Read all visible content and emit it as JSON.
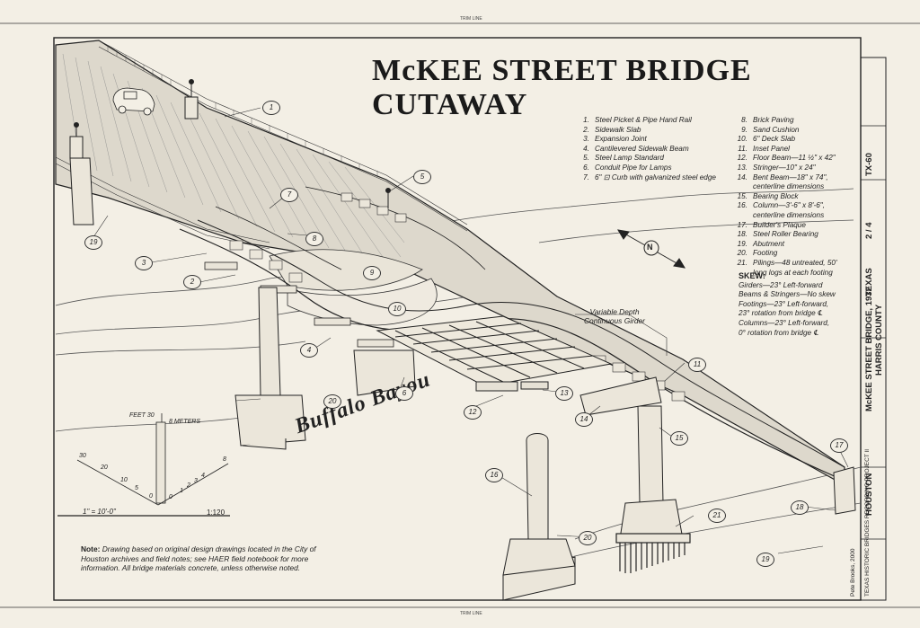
{
  "title": "McKEE STREET BRIDGE CUTAWAY",
  "legend_left": [
    {
      "n": "1.",
      "t": "Steel Picket & Pipe Hand Rail"
    },
    {
      "n": "2.",
      "t": "Sidewalk Slab"
    },
    {
      "n": "3.",
      "t": "Expansion Joint"
    },
    {
      "n": "4.",
      "t": "Cantilevered Sidewalk Beam"
    },
    {
      "n": "5.",
      "t": "Steel Lamp Standard"
    },
    {
      "n": "6.",
      "t": "Conduit Pipe for Lamps"
    },
    {
      "n": "7.",
      "t": "6\" ⊡ Curb with galvanized steel edge"
    }
  ],
  "legend_right": [
    {
      "n": "8.",
      "t": "Brick Paving"
    },
    {
      "n": "9.",
      "t": "Sand Cushion"
    },
    {
      "n": "10.",
      "t": "6\" Deck Slab"
    },
    {
      "n": "11.",
      "t": "Inset Panel"
    },
    {
      "n": "12.",
      "t": "Floor Beam—11 ½\" x 42\""
    },
    {
      "n": "13.",
      "t": "Stringer—10\" x 24\""
    },
    {
      "n": "14.",
      "t": "Bent Beam—18\" x 74\","
    },
    {
      "n": "",
      "t": "centerline dimensions"
    },
    {
      "n": "15.",
      "t": "Bearing Block"
    },
    {
      "n": "16.",
      "t": "Column—3'-6\" x 8'-6\","
    },
    {
      "n": "",
      "t": "centerline dimensions"
    },
    {
      "n": "17.",
      "t": "Builder's Plaque"
    },
    {
      "n": "18.",
      "t": "Steel Roller Bearing"
    },
    {
      "n": "19.",
      "t": "Abutment"
    },
    {
      "n": "20.",
      "t": "Footing"
    },
    {
      "n": "21.",
      "t": "Pilings—48 untreated, 50'"
    },
    {
      "n": "",
      "t": "long logs at each footing"
    }
  ],
  "skew": {
    "heading": "SKEW:",
    "lines": [
      "Girders—23° Left-forward",
      "Beams & Stringers—No skew",
      "Footings—23° Left-forward,",
      "23° rotation from bridge ℄",
      "Columns—23° Left-forward,",
      "0° rotation from bridge ℄"
    ]
  },
  "girder_label": [
    "Variable Depth",
    "Continuous Girder"
  ],
  "bayou_label": "Buffalo Bayou",
  "north": "N",
  "scale": {
    "feet_label": "FEET 30",
    "meters_label": "8 METERS",
    "ratio_text": "1\" = 10'-0\"",
    "ratio_num": "1:120",
    "feet_ticks": [
      "30",
      "20",
      "10",
      "5",
      "0"
    ],
    "meter_ticks": [
      "0",
      "1",
      "2",
      "3",
      "4",
      "8"
    ]
  },
  "note": {
    "label": "Note:",
    "text": "Drawing based on original design drawings located in the City of Houston archives and field notes; see HAER field notebook for more information. All bridge materials concrete, unless otherwise noted."
  },
  "callouts": [
    "1",
    "2",
    "3",
    "4",
    "5",
    "6",
    "7",
    "8",
    "9",
    "10",
    "11",
    "12",
    "13",
    "14",
    "15",
    "16",
    "17",
    "18",
    "19",
    "20",
    "21"
  ],
  "title_block": {
    "bridge": "McKEE STREET BRIDGE, 1932",
    "location": "HOUSTON",
    "county": "HARRIS COUNTY",
    "state": "TEXAS",
    "sheet": "2",
    "of": "4",
    "number": "TX-60",
    "program": "TEXAS HISTORIC BRIDGES RECORDING PROJECT II",
    "delineator": "Pete Brooks, 2000"
  },
  "edge_marks": [
    "TRIM LINE",
    "TRIM LINE"
  ]
}
